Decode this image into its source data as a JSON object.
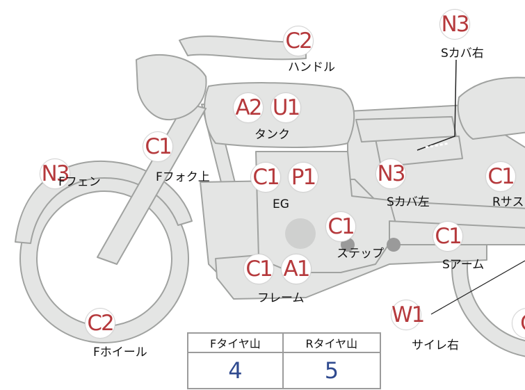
{
  "colors": {
    "badge_text": "#b5393c",
    "bike_fill": "#e4e5e4",
    "bike_stroke": "#a0a2a0",
    "value_text": "#2f4a8f"
  },
  "parts": [
    {
      "id": "handle",
      "codes": [
        "C2"
      ],
      "label": "ハンドル"
    },
    {
      "id": "side-cover-right",
      "codes": [
        "N3"
      ],
      "label": "Sカバ右"
    },
    {
      "id": "tank",
      "codes": [
        "A2",
        "U1"
      ],
      "label": "タンク"
    },
    {
      "id": "front-fork-upper",
      "codes": [
        "C1"
      ],
      "label": "Fフォク上"
    },
    {
      "id": "front-fender",
      "codes": [
        "N3"
      ],
      "label": "Fフェン"
    },
    {
      "id": "engine",
      "codes": [
        "C1",
        "P1"
      ],
      "label": "EG"
    },
    {
      "id": "side-cover-left",
      "codes": [
        "N3"
      ],
      "label": "Sカバ左"
    },
    {
      "id": "rear-suspension",
      "codes": [
        "C1"
      ],
      "label": "Rサス"
    },
    {
      "id": "step",
      "codes": [
        "C1"
      ],
      "label": "ステップ"
    },
    {
      "id": "swing-arm",
      "codes": [
        "C1"
      ],
      "label": "Sアーム"
    },
    {
      "id": "frame",
      "codes": [
        "C1",
        "A1"
      ],
      "label": "フレーム"
    },
    {
      "id": "front-wheel",
      "codes": [
        "C2"
      ],
      "label": "Fホイール"
    },
    {
      "id": "muffler-right",
      "codes": [
        "W1"
      ],
      "label": "サイレ右"
    },
    {
      "id": "rear-wheel",
      "codes": [
        "C"
      ],
      "label": ""
    }
  ],
  "tread_table": {
    "headers": [
      "Fタイヤ山",
      "Rタイヤ山"
    ],
    "values": [
      "4",
      "5"
    ]
  }
}
